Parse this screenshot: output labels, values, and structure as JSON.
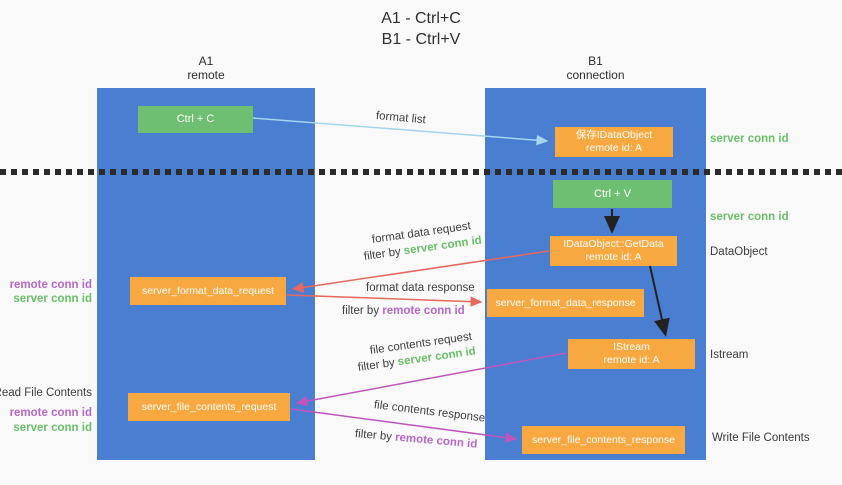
{
  "title": {
    "line1": "A1 - Ctrl+C",
    "line2": "B1 - Ctrl+V"
  },
  "columns": {
    "a1": {
      "name": "A1",
      "subtitle": "remote"
    },
    "b1": {
      "name": "B1",
      "subtitle": "connection"
    }
  },
  "boxes": {
    "ctrl_c": "Ctrl + C",
    "ctrl_v": "Ctrl + V",
    "save_idataobject": {
      "line1": "保存IDataObject",
      "line2": "remote id: A"
    },
    "getdata": {
      "line1": "IDataObject::GetData",
      "line2": "remote id: A"
    },
    "istream": {
      "line1": "IStream",
      "line2": "remote id: A"
    },
    "format_request": "server_format_data_request",
    "format_response": "server_format_data_response",
    "file_request": "server_file_contents_request",
    "file_response": "server_file_contents_response"
  },
  "arrow_labels": {
    "format_list": "format list",
    "format_data_request": "format data request",
    "format_data_response": "format data response",
    "file_contents_request": "file contents request",
    "file_contents_response": "file contents response",
    "filter_by": "filter by ",
    "server_conn_id": "server conn id",
    "remote_conn_id": "remote conn id"
  },
  "side_labels": {
    "server_conn_id_top": "server conn id",
    "server_conn_id_mid": "server conn id",
    "dataobject": "DataObject",
    "istream": "Istream",
    "write_file_contents": "Write File Contents",
    "read_file_contents": "Read File Contents",
    "remote_conn_id": "remote conn id",
    "server_conn_id": "server conn id"
  },
  "colors": {
    "lane_blue": "#4a7ed0",
    "box_green": "#6fbf72",
    "box_orange": "#f8a840",
    "arrow_lightblue": "#a5d5ef",
    "arrow_red": "#e8685e",
    "arrow_magenta": "#c055c0",
    "arrow_black": "#222222",
    "text_green": "#6abf69",
    "text_purple": "#b668c8"
  }
}
